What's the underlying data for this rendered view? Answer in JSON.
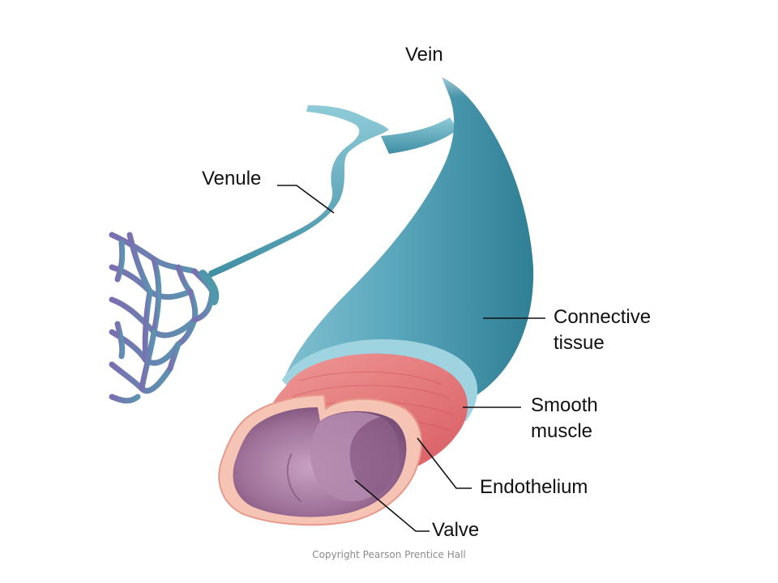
{
  "labels": {
    "vein": "Vein",
    "venule": "Venule",
    "connective_line1": "Connective",
    "connective_line2": "tissue",
    "smooth_line1": "Smooth",
    "smooth_line2": "muscle",
    "endothelium": "Endothelium",
    "valve": "Valve"
  },
  "copyright": "Copyright Pearson Prentice Hall",
  "colors": {
    "vein": "#4f9db2",
    "muscle": "#e6767a",
    "endothelium": "#f3b8a8",
    "lumen": "#9d6f97",
    "capillary": "#6f6fa6"
  }
}
